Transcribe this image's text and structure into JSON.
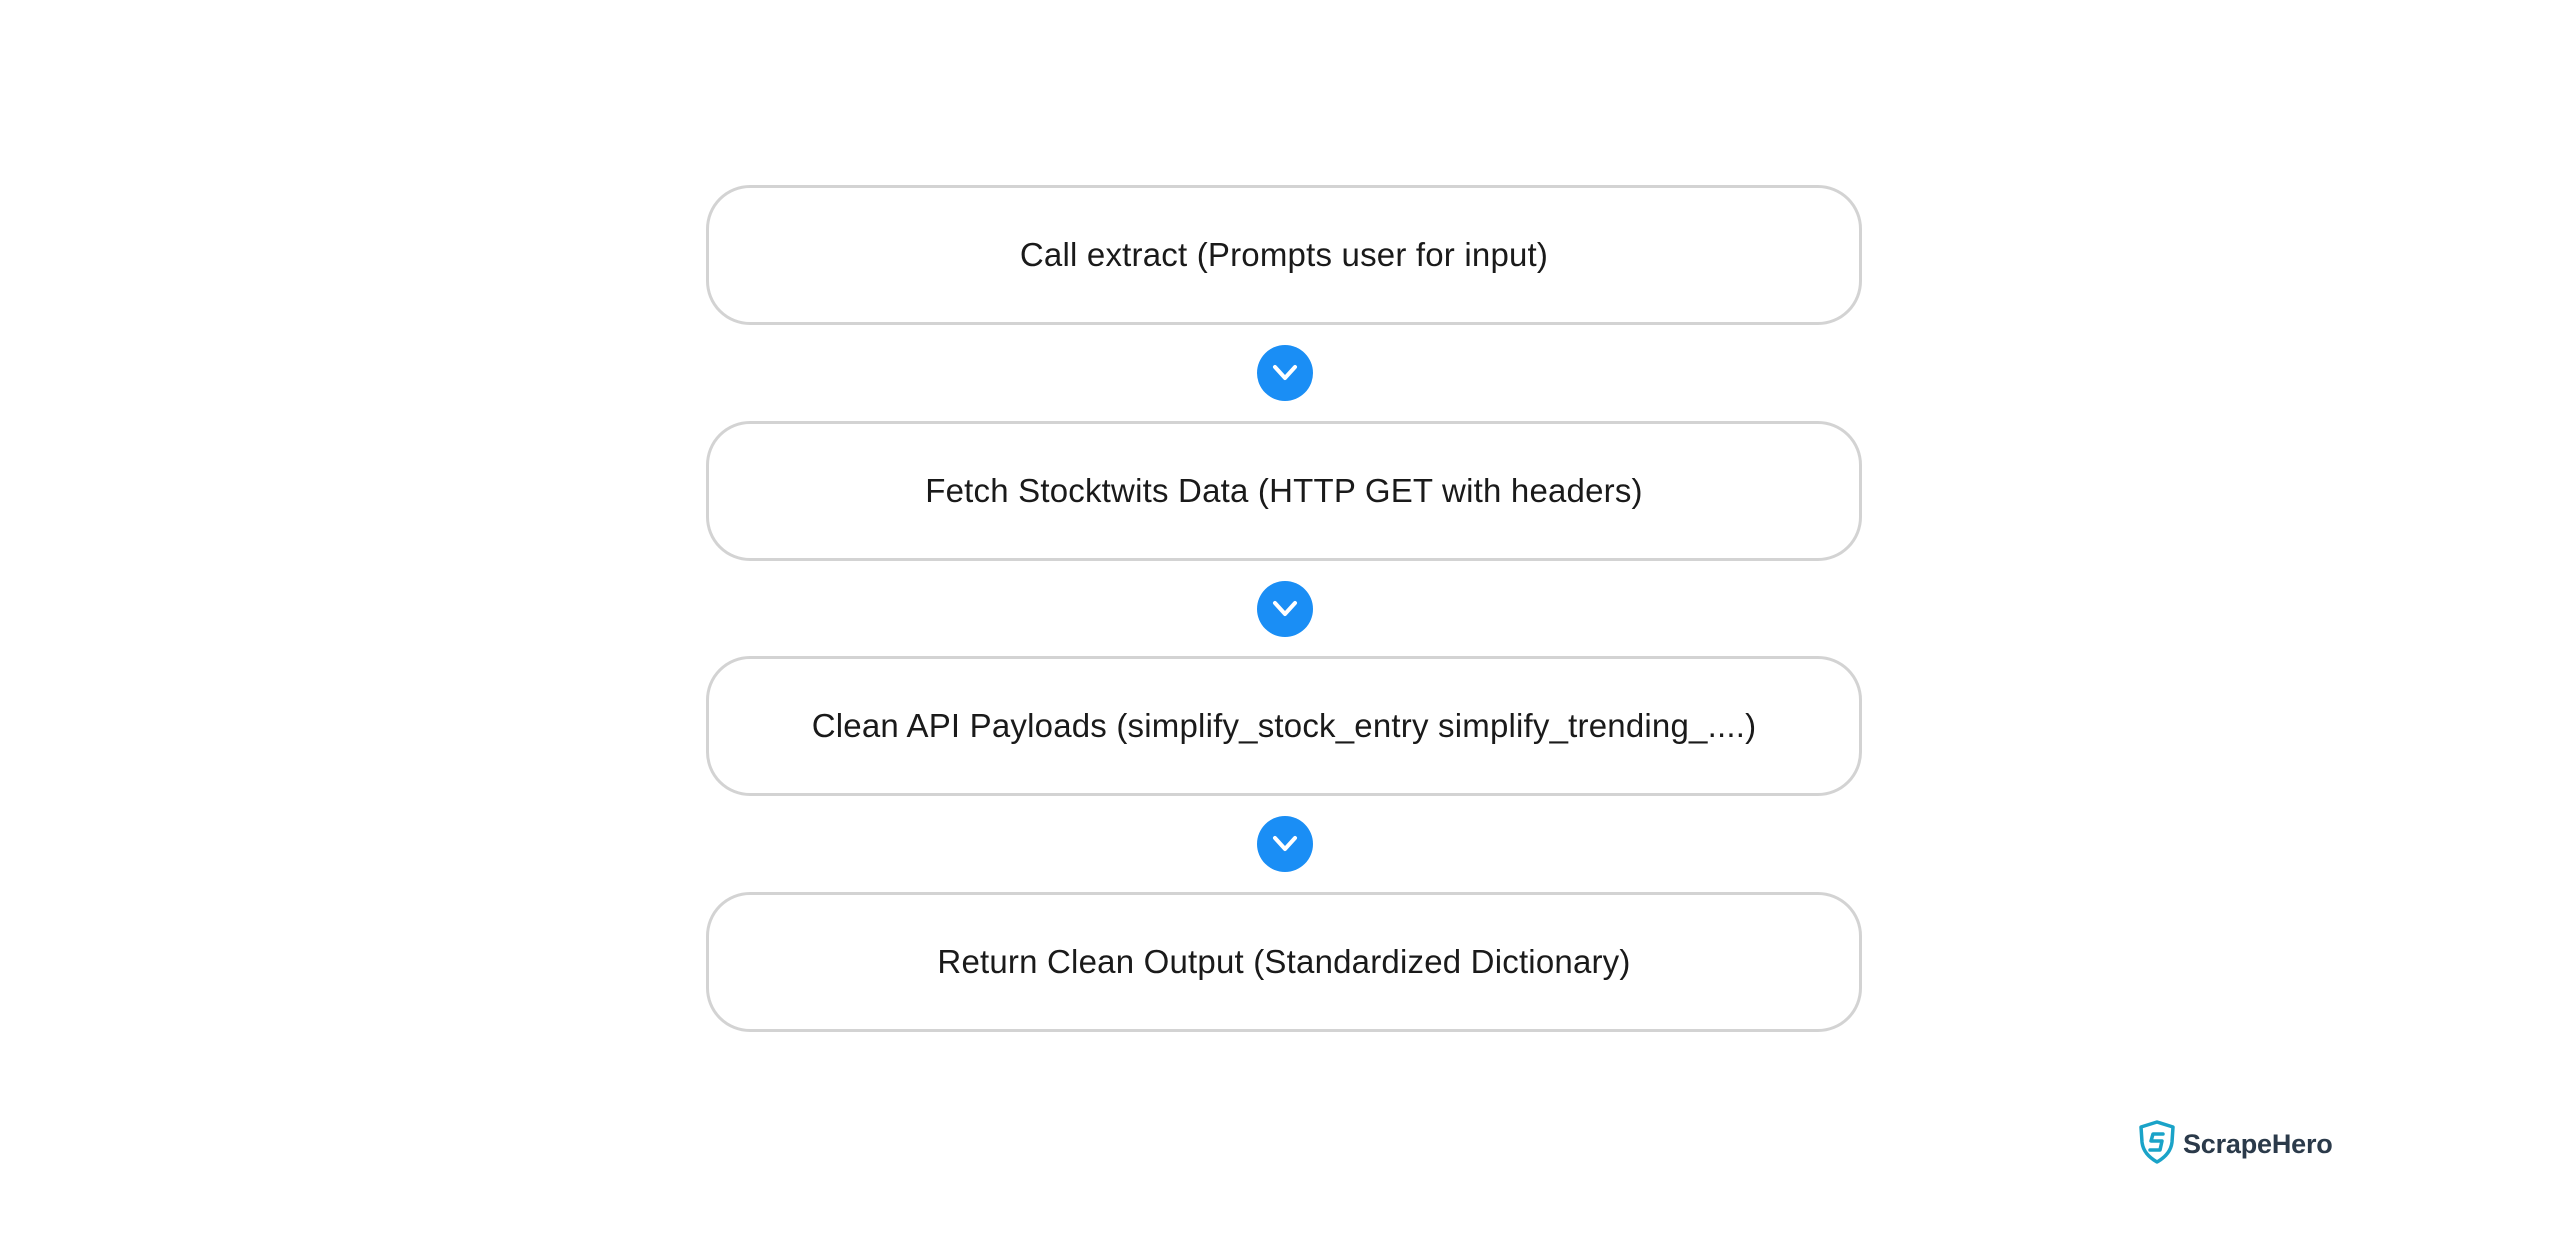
{
  "steps": [
    {
      "label": "Call extract (Prompts user for input)"
    },
    {
      "label": "Fetch Stocktwits Data (HTTP GET with headers)"
    },
    {
      "label": "Clean API Payloads (simplify_stock_entry simplify_trending_....)"
    },
    {
      "label": "Return Clean Output (Standardized Dictionary)"
    }
  ],
  "connector_icon": "chevron-down-icon",
  "colors": {
    "connector": "#1a8ef5",
    "box_border": "#d3d3d3",
    "text": "#1a1a1a",
    "logo_shield": "#1aa3c8"
  },
  "logo": {
    "text": "ScrapeHero",
    "icon": "shield-s-icon"
  }
}
